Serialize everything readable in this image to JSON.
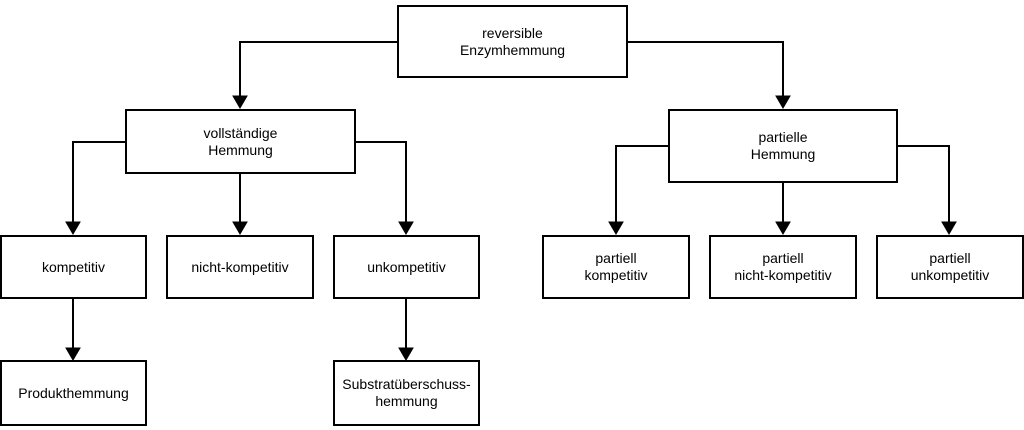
{
  "nodes": {
    "root": "reversible\nEnzymhemmung",
    "complete": "vollständige\nHemmung",
    "partial": "partielle\nHemmung",
    "competitive": "kompetitiv",
    "noncompetitive": "nicht-kompetitiv",
    "uncompetitive": "unkompetitiv",
    "partial_competitive": "partiell\nkompetitiv",
    "partial_noncompetitive": "partiell\nnicht-kompetitiv",
    "partial_uncompetitive": "partiell\nunkompetitiv",
    "product_inhibition": "Produkthemmung",
    "substrate_excess": "Substratüberschuss-\nhemmung"
  },
  "colors": {
    "line": "#000000",
    "box_border": "#000000",
    "box_fill": "#ffffff",
    "text": "#000000"
  }
}
